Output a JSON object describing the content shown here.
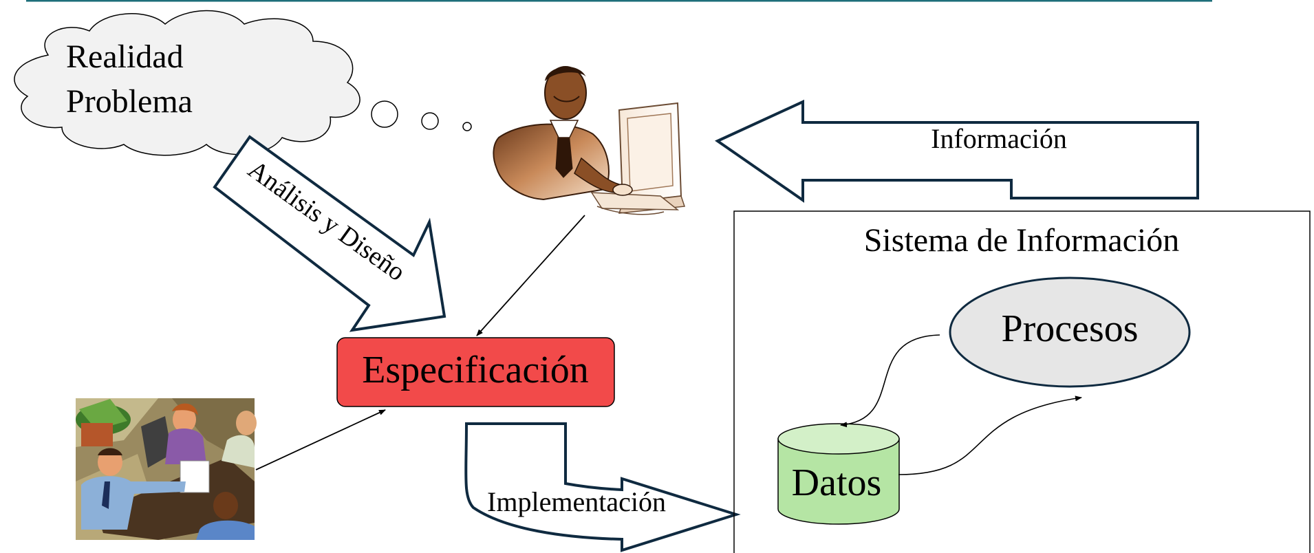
{
  "cloud": {
    "line1": "Realidad",
    "line2": "Problema"
  },
  "arrows": {
    "analysis": "Análisis y Diseño",
    "information": "Información",
    "implementation": "Implementación"
  },
  "specification": {
    "label": "Especificación",
    "fill": "#f24a4a"
  },
  "system": {
    "title": "Sistema de Información",
    "processes": "Procesos",
    "data": "Datos",
    "processes_fill": "#e6e6e6",
    "data_fill": "#b5e5a4"
  },
  "icons": {
    "thinker": "person-at-computer-icon",
    "meeting": "business-meeting-icon"
  }
}
